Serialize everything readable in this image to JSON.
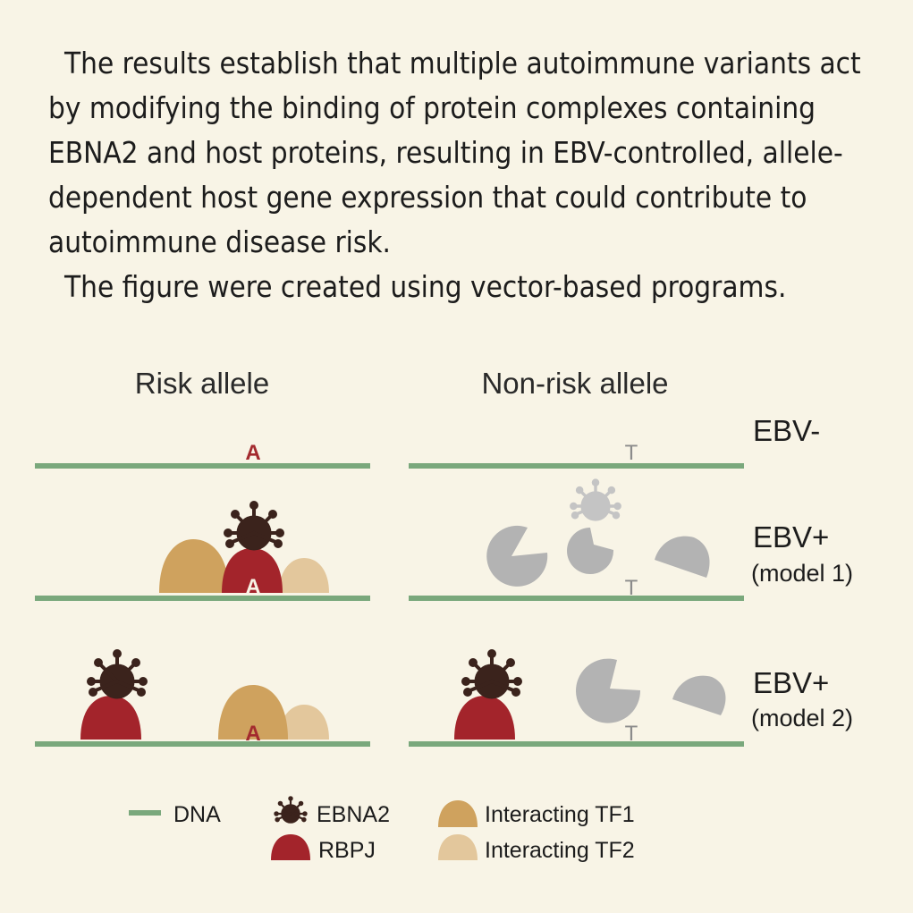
{
  "intro": {
    "paragraph1": "The results establish that multiple autoimmune variants act by modifying the binding of protein complexes containing EBNA2 and host proteins, resulting in EBV-controlled, allele-dependent host gene expression that could contribute to autoimmune disease risk.",
    "paragraph2": "The figure were created using vector-based programs."
  },
  "columns": {
    "risk": "Risk allele",
    "nonrisk": "Non-risk allele"
  },
  "rows": {
    "row1": {
      "label": "EBV-"
    },
    "row2": {
      "label": "EBV+",
      "sub": "(model 1)"
    },
    "row3": {
      "label": "EBV+",
      "sub": "(model 2)"
    }
  },
  "alleles": {
    "risk": "A",
    "nonrisk": "T"
  },
  "legend": {
    "dna": "DNA",
    "ebna2": "EBNA2",
    "rbpj": "RBPJ",
    "tf1": "Interacting TF1",
    "tf2": "Interacting TF2"
  },
  "colors": {
    "dna": "#7aa87c",
    "ebna2": "#3b231c",
    "rbpj": "#a3242b",
    "tf1": "#cfa25e",
    "tf2": "#e3c79c",
    "unbound": "#b3b3b3"
  }
}
